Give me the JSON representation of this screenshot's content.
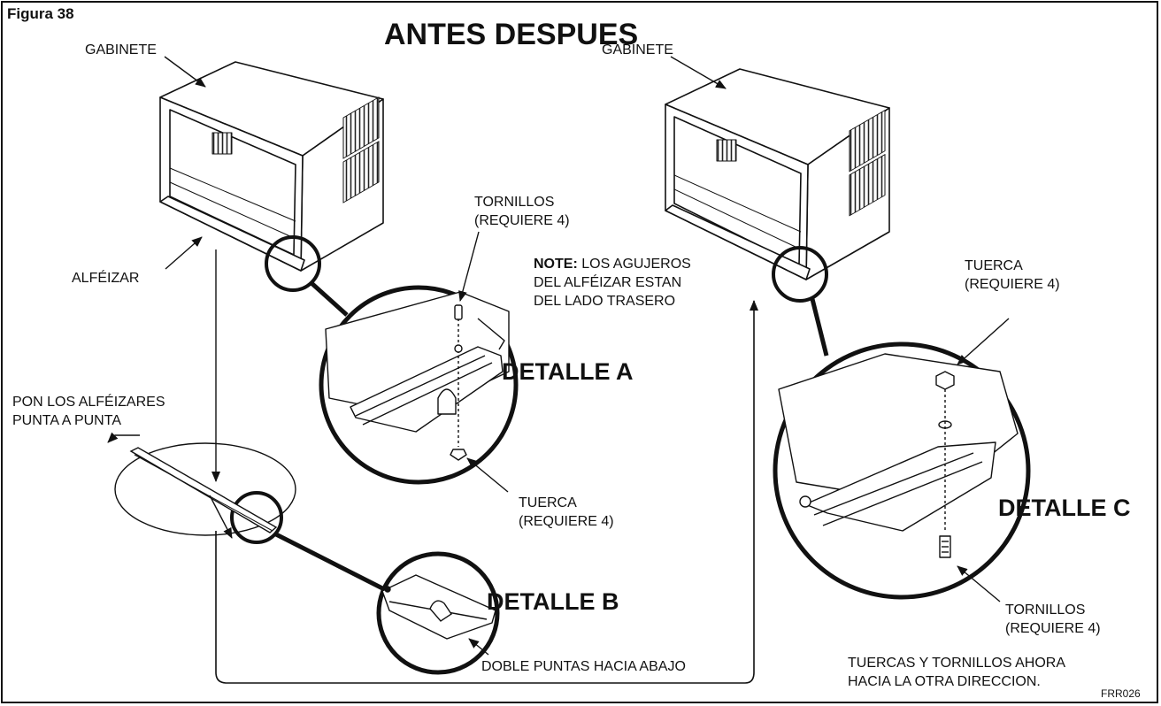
{
  "figure_label": "Figura 38",
  "title": "ANTES DESPUES",
  "left": {
    "cabinet_label": "GABINETE",
    "sill_label": "ALFÉIZAR",
    "screws_label": [
      "TORNILLOS",
      "(REQUIERE 4)"
    ],
    "detail_a_label": "DETALLE A",
    "nut_label": [
      "TUERCA",
      "(REQUIERE 4)"
    ],
    "sills_end_label": [
      "PON LOS ALFÉIZARES",
      "PUNTA A PUNTA"
    ],
    "detail_b_label": "DETALLE B",
    "fold_label": "DOBLE PUNTAS HACIA ABAJO"
  },
  "note": {
    "prefix": "NOTE:",
    "line1": " LOS AGUJEROS",
    "line2": "DEL ALFÉIZAR ESTAN",
    "line3": "DEL LADO TRASERO"
  },
  "right": {
    "cabinet_label": "GABINETE",
    "nut_label": [
      "TUERCA",
      "(REQUIERE 4)"
    ],
    "detail_c_label": "DETALLE C",
    "screws_label": [
      "TORNILLOS",
      "(REQUIERE 4)"
    ],
    "bottom_note": [
      "TUERCAS Y TORNILLOS AHORA",
      "HACIA LA OTRA DIRECCION."
    ]
  },
  "drawing_code": "FRR026"
}
